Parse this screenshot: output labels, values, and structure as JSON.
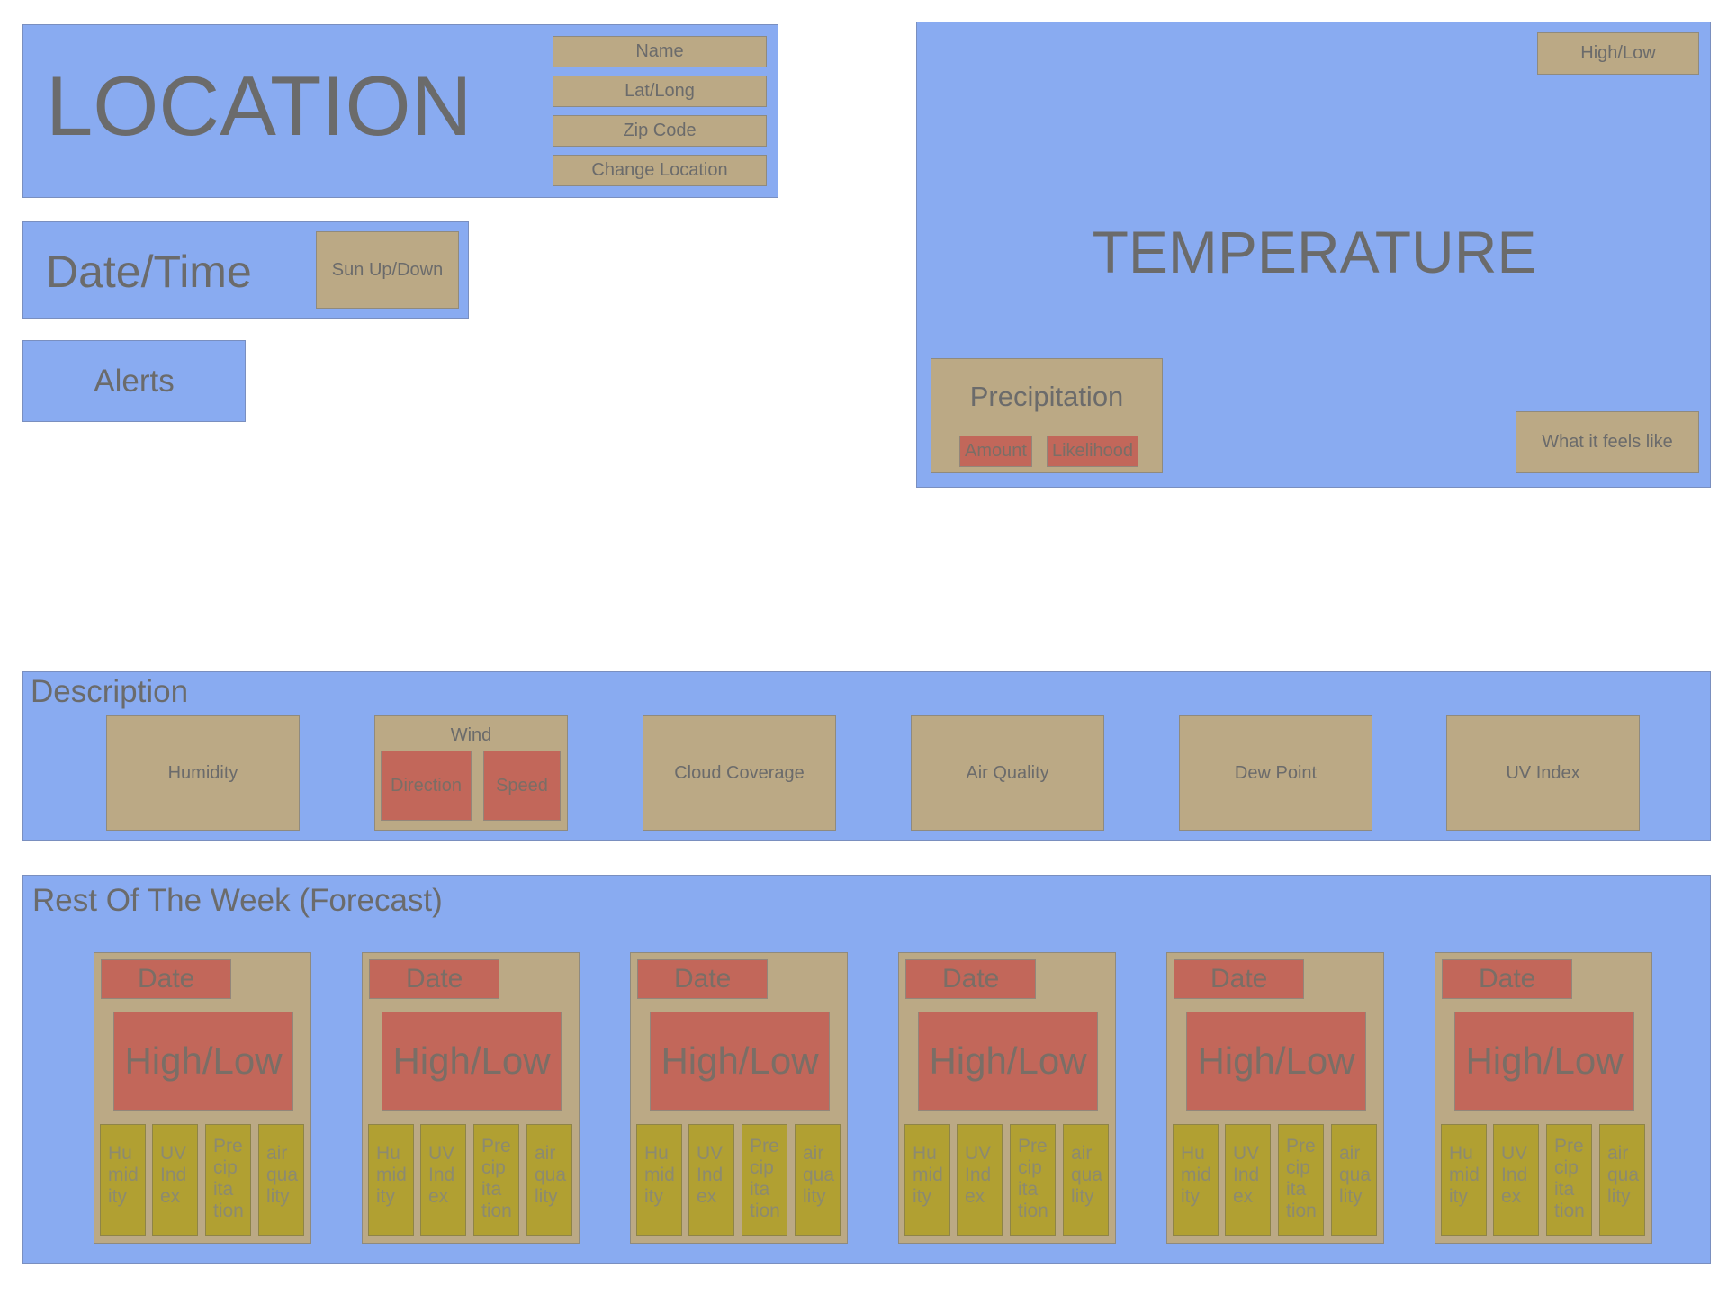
{
  "location": {
    "title": "LOCATION",
    "buttons": [
      "Name",
      "Lat/Long",
      "Zip Code",
      "Change Location"
    ]
  },
  "datetime": {
    "title": "Date/Time",
    "sun": "Sun Up/Down"
  },
  "alerts": {
    "title": "Alerts"
  },
  "temperature": {
    "title": "TEMPERATURE",
    "high_low": "High/Low",
    "feels_like": "What it feels like",
    "precipitation": {
      "title": "Precipitation",
      "amount": "Amount",
      "likelihood": "Likelihood"
    }
  },
  "description": {
    "title": "Description",
    "humidity": "Humidity",
    "wind": {
      "title": "Wind",
      "direction": "Direction",
      "speed": "Speed"
    },
    "cloud": "Cloud Coverage",
    "air": "Air Quality",
    "dew": "Dew Point",
    "uv": "UV Index"
  },
  "forecast": {
    "title": "Rest Of The Week (Forecast)",
    "date": "Date",
    "high_low": "High/Low",
    "cells": {
      "humidity": [
        "Hu",
        "mid",
        "ity"
      ],
      "uv": [
        "UV",
        "Ind",
        "ex"
      ],
      "precip": [
        "Pre",
        "cip",
        "ita",
        "tion"
      ],
      "air": [
        "air",
        "qua",
        "lity"
      ]
    }
  },
  "colors": {
    "panel": "#89abf1",
    "tan": "#bba985",
    "red": "#c2675a",
    "olive": "#b1a032",
    "text": "#6b6b6b"
  }
}
